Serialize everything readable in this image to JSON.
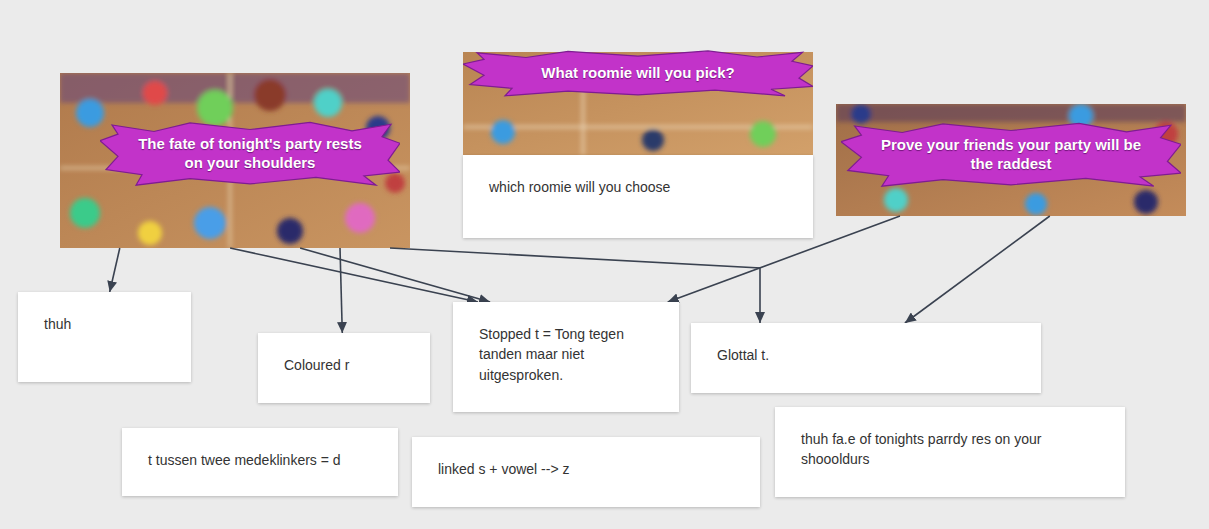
{
  "diagram": {
    "nodes": [
      {
        "text": [
          "The fate of tonight's party rests on your shoulders"
        ]
      },
      {
        "text": [
          "What roomie will you pick?"
        ]
      },
      {
        "text": [
          "which roomie will you choose"
        ]
      },
      {
        "text": [
          "Prove your friends your party will be the raddest"
        ]
      },
      {
        "text": [
          "thuh"
        ]
      },
      {
        "text": [
          "Coloured r"
        ]
      },
      {
        "text": [
          "Stopped t = Tong tegen tanden maar niet uitgesproken."
        ]
      },
      {
        "text": [
          "Glottal t."
        ]
      },
      {
        "text": [
          "t tussen twee medeklinkers = d"
        ]
      },
      {
        "text": [
          "linked s + vowel --> z"
        ]
      },
      {
        "text": [
          "thuh fa.e of tonights parrdy res on your shoooldurs"
        ]
      }
    ],
    "edges": [
      {
        "from": 0,
        "to": 4,
        "arrow": "to"
      },
      {
        "from": 0,
        "to": 5,
        "arrow": "to"
      },
      {
        "from": 0,
        "to": 6,
        "arrow": "to"
      },
      {
        "from": 0,
        "to": 6,
        "arrow": "to"
      },
      {
        "from": 0,
        "to": 7,
        "arrow": "to"
      },
      {
        "from": 3,
        "to": 6,
        "arrow": "to"
      },
      {
        "from": 3,
        "to": 7,
        "arrow": "to"
      }
    ]
  }
}
